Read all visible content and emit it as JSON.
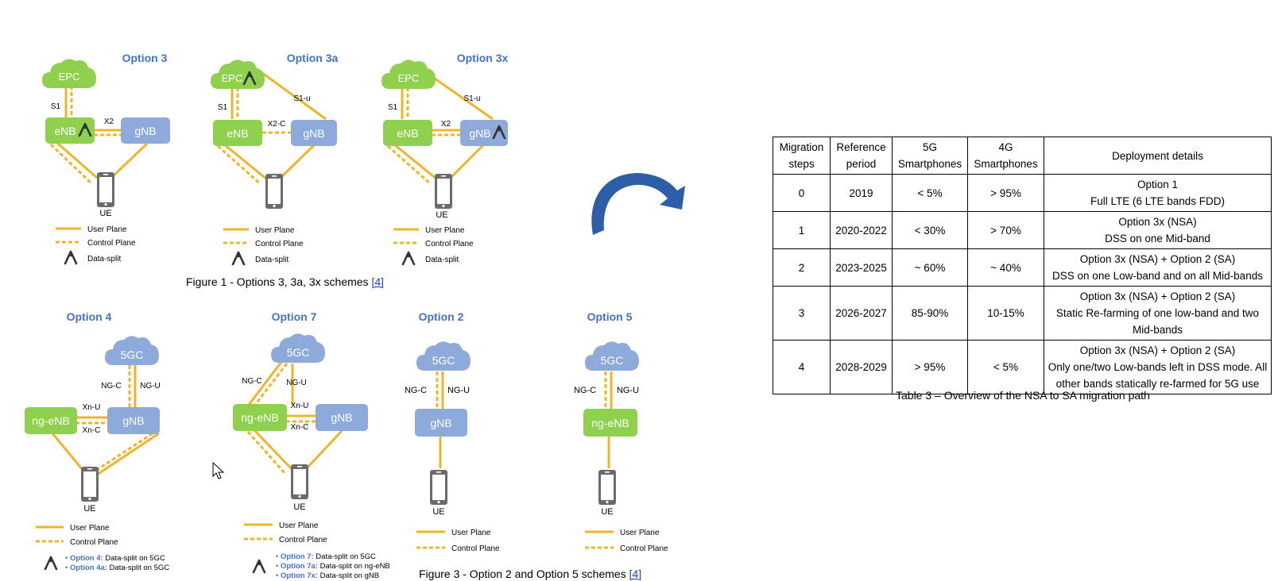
{
  "colors": {
    "green": "#8fd14f",
    "blue": "#8eaadb",
    "line": "#f0b429",
    "title": "#4472c4",
    "arrow": "#2f5ea8"
  },
  "icons": {
    "data_split": "data-split-icon",
    "phone": "phone-icon",
    "cloud": "cloud-icon",
    "pointer": "mouse-pointer-icon"
  },
  "figure1": {
    "caption_text": "Figure 1 - Options 3, 3a, 3x schemes ",
    "caption_ref": "[4]",
    "opt3": {
      "title": "Option 3",
      "core": "EPC",
      "enb": "eNB",
      "gnb": "gNB",
      "ue": "UE",
      "s1": "S1",
      "x2": "X2"
    },
    "opt3a": {
      "title": "Option 3a",
      "core": "EPC",
      "enb": "eNB",
      "gnb": "gNB",
      "s1": "S1",
      "s1u": "S1-u",
      "x2": "X2-C"
    },
    "opt3x": {
      "title": "Option 3x",
      "core": "EPC",
      "enb": "eNB",
      "gnb": "gNB",
      "ue": "UE",
      "s1": "S1",
      "s1u": "S1-u",
      "x2": "X2"
    },
    "legend": {
      "user_plane": "User Plane",
      "control_plane": "Control Plane",
      "data_split": "Data-split"
    }
  },
  "figure_lower": {
    "opt4": {
      "title": "Option 4",
      "core": "5GC",
      "ngenb": "ng-eNB",
      "gnb": "gNB",
      "ue": "UE",
      "ngc": "NG-C",
      "ngu": "NG-U",
      "xnu": "Xn-U",
      "xnc": "Xn-C"
    },
    "opt7": {
      "title": "Option 7",
      "core": "5GC",
      "ngenb": "ng-eNB",
      "gnb": "gNB",
      "ue": "UE",
      "ngc": "NG-C",
      "ngu": "NG-U",
      "xnu": "Xn-U",
      "xnc": "Xn-C"
    },
    "opt2": {
      "title": "Option 2",
      "core": "5GC",
      "gnb": "gNB",
      "ue": "UE",
      "ngc": "NG-C",
      "ngu": "NG-U"
    },
    "opt5": {
      "title": "Option 5",
      "core": "5GC",
      "ngenb": "ng-eNB",
      "ue": "UE",
      "ngc": "NG-C",
      "ngu": "NG-U"
    },
    "legend": {
      "user_plane": "User Plane",
      "control_plane": "Control Plane"
    },
    "opt4_notes": [
      {
        "opt": "Option 4:",
        "text": " Data-split on 5GC"
      },
      {
        "opt": "Option 4a:",
        "text": " Data-split on 5GC"
      }
    ],
    "opt7_notes": [
      {
        "opt": "Option 7:",
        "text": " Data-split on 5GC"
      },
      {
        "opt": "Option 7a:",
        "text": " Data-split on ng-eNB"
      },
      {
        "opt": "Option 7x:",
        "text": " Data-split on gNB"
      }
    ],
    "caption_text": "Figure 3 - Option 2 and Option 5 schemes ",
    "caption_ref": "[4]"
  },
  "table": {
    "headers": [
      [
        "Migration",
        "steps"
      ],
      [
        "Reference",
        "period"
      ],
      [
        "5G",
        "Smartphones"
      ],
      [
        "4G",
        "Smartphones"
      ],
      [
        "Deployment details"
      ]
    ],
    "rows": [
      {
        "step": "0",
        "period": "2019",
        "g5": "< 5%",
        "g4": "> 95%",
        "details": [
          "Option 1",
          "Full LTE (6 LTE bands FDD)"
        ]
      },
      {
        "step": "1",
        "period": "2020-2022",
        "g5": "< 30%",
        "g4": "> 70%",
        "details": [
          "Option 3x (NSA)",
          "DSS on one Mid-band"
        ]
      },
      {
        "step": "2",
        "period": "2023-2025",
        "g5": "~ 60%",
        "g4": "~ 40%",
        "details": [
          "Option 3x (NSA) + Option 2 (SA)",
          "DSS on one Low-band and on all Mid-bands"
        ]
      },
      {
        "step": "3",
        "period": "2026-2027",
        "g5": "85-90%",
        "g4": "10-15%",
        "details": [
          "Option 3x (NSA) + Option 2 (SA)",
          "Static Re-farming of one low-band and two",
          "Mid-bands"
        ]
      },
      {
        "step": "4",
        "period": "2028-2029",
        "g5": "> 95%",
        "g4": "< 5%",
        "details": [
          "Option 3x (NSA) + Option 2 (SA)",
          "Only one/two Low-bands left in DSS mode. All",
          "other bands statically re-farmed for 5G use"
        ]
      }
    ],
    "caption": "Table 3 – Overview of the NSA to SA migration path"
  }
}
